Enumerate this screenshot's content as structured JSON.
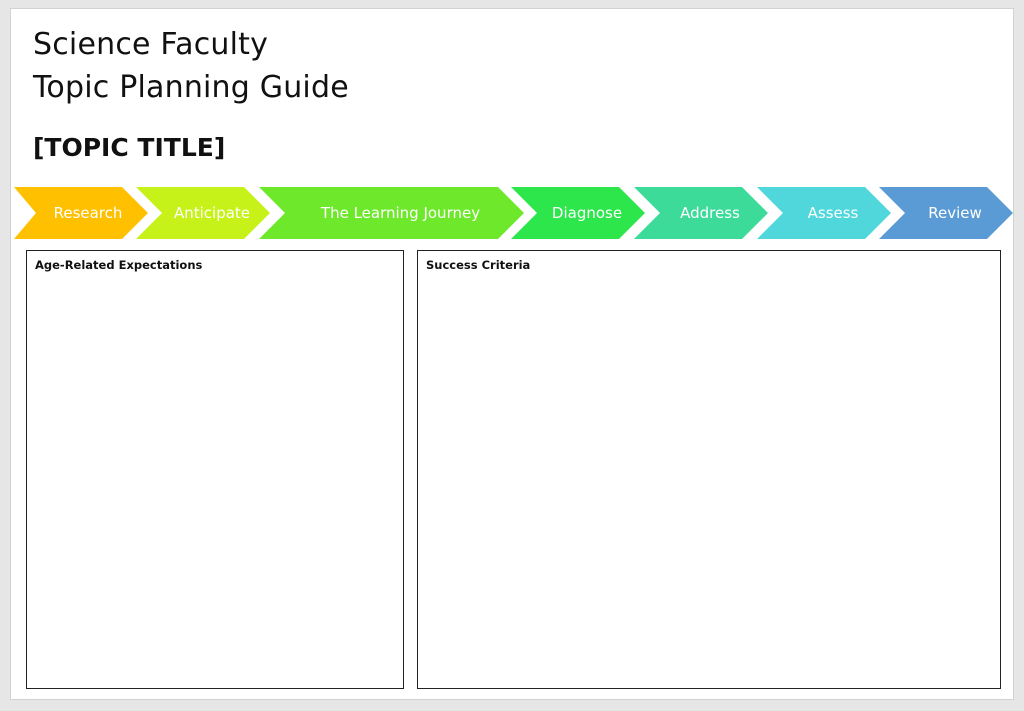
{
  "header": {
    "title_line1": "Science Faculty",
    "title_line2": "Topic Planning Guide",
    "topic_title": "[TOPIC TITLE]"
  },
  "process": {
    "steps": [
      {
        "label": "Research",
        "color": "#FFC000"
      },
      {
        "label": "Anticipate",
        "color": "#C6F219"
      },
      {
        "label": "The Learning Journey",
        "color": "#6EE82B"
      },
      {
        "label": "Diagnose",
        "color": "#2DE64B"
      },
      {
        "label": "Address",
        "color": "#3DDB9A"
      },
      {
        "label": "Assess",
        "color": "#4FD7DB"
      },
      {
        "label": "Review",
        "color": "#5B9BD5"
      }
    ]
  },
  "panels": {
    "left_label": "Age-Related Expectations",
    "right_label": "Success Criteria"
  }
}
